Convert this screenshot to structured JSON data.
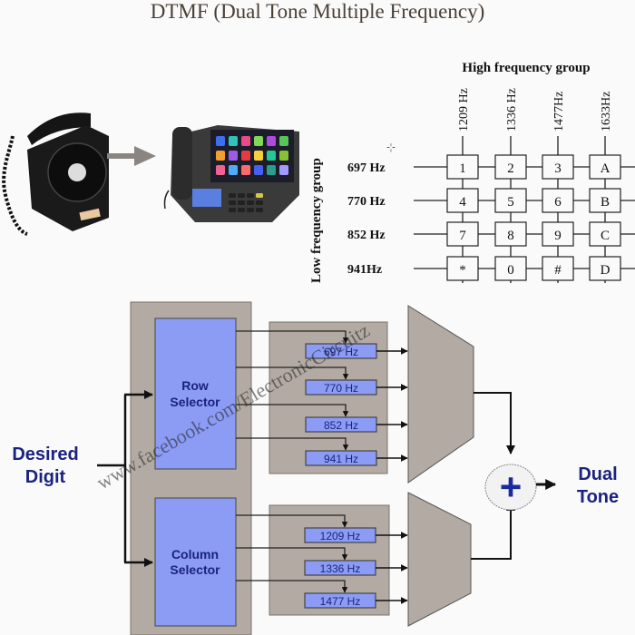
{
  "title": "DTMF (Dual Tone Multiple Frequency)",
  "illustration": {
    "old_phone": "rotary-telephone",
    "new_phone": "touchscreen-desk-phone",
    "arrow": "right-arrow"
  },
  "keypad": {
    "high_group_label": "High frequency group",
    "low_group_label": "Low frequency group",
    "column_freqs": [
      "1209 Hz",
      "1336 Hz",
      "1477Hz",
      "1633Hz"
    ],
    "row_freqs": [
      "697 Hz",
      "770 Hz",
      "852 Hz",
      "941Hz"
    ],
    "keys": [
      [
        "1",
        "2",
        "3",
        "A"
      ],
      [
        "4",
        "5",
        "6",
        "B"
      ],
      [
        "7",
        "8",
        "9",
        "C"
      ],
      [
        "*",
        "0",
        "#",
        "D"
      ]
    ]
  },
  "block_diagram": {
    "input_label_line1": "Desired",
    "input_label_line2": "Digit",
    "row_selector_line1": "Row",
    "row_selector_line2": "Selector",
    "column_selector_line1": "Column",
    "column_selector_line2": "Selector",
    "row_freqs": [
      "697 Hz",
      "770 Hz",
      "852 Hz",
      "941 Hz"
    ],
    "column_freqs": [
      "1209 Hz",
      "1336 Hz",
      "1477 Hz"
    ],
    "adder_symbol": "+",
    "output_label_line1": "Dual",
    "output_label_line2": "Tone"
  },
  "watermark": "www.facebook.com/ElectronicCircuitz",
  "colors": {
    "panel_gray": "#b3aba3",
    "selector_blue": "#8c9cf5",
    "label_navy": "#1a237e",
    "plus_blue": "#1a2aa0"
  }
}
